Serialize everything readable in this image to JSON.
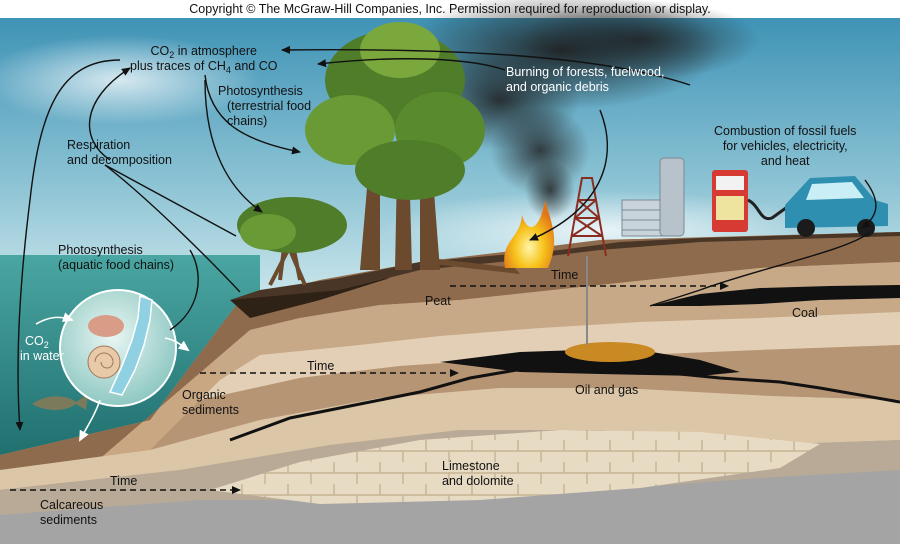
{
  "copyright": "Copyright © The McGraw-Hill Companies, Inc. Permission required for reproduction or display.",
  "labels": {
    "co2_atmosphere": {
      "line1_pre": "CO",
      "line1_sub": "2",
      "line1_post": " in atmosphere",
      "line2_pre": "plus traces of CH",
      "line2_sub": "4",
      "line2_post": " and CO"
    },
    "photosynthesis_terrestrial": [
      "Photosynthesis",
      "(terrestrial food",
      "chains)"
    ],
    "respiration": [
      "Respiration",
      "and decomposition"
    ],
    "burning": [
      "Burning of forests, fuelwood,",
      "and organic debris"
    ],
    "combustion": [
      "Combustion of fossil fuels",
      "for vehicles, electricity,",
      "and heat"
    ],
    "photosynthesis_aquatic": [
      "Photosynthesis",
      "(aquatic food chains)"
    ],
    "co2_water": {
      "line1_pre": "CO",
      "line1_sub": "2",
      "line2": "in water"
    },
    "peat": "Peat",
    "coal": "Coal",
    "oil_gas": "Oil and gas",
    "organic_sediments": [
      "Organic",
      "sediments"
    ],
    "limestone": [
      "Limestone",
      "and dolomite"
    ],
    "calcareous_sediments": [
      "Calcareous",
      "sediments"
    ],
    "time_upper": "Time",
    "time_middle": "Time",
    "time_lower": "Time"
  },
  "colors": {
    "sky_top": "#4f9fbf",
    "sky_bottom": "#c9e3ea",
    "water": "#2f8c8c",
    "smoke": "#2b2b2b",
    "coal": "#151515",
    "oil": "#c98a24",
    "soil_dark": "#3a2a1c",
    "peat": "#8a6a4c",
    "sediment_light": "#d9c3a6",
    "limestone": "#e9dcc7",
    "calcareous": "#a8a8a8"
  }
}
